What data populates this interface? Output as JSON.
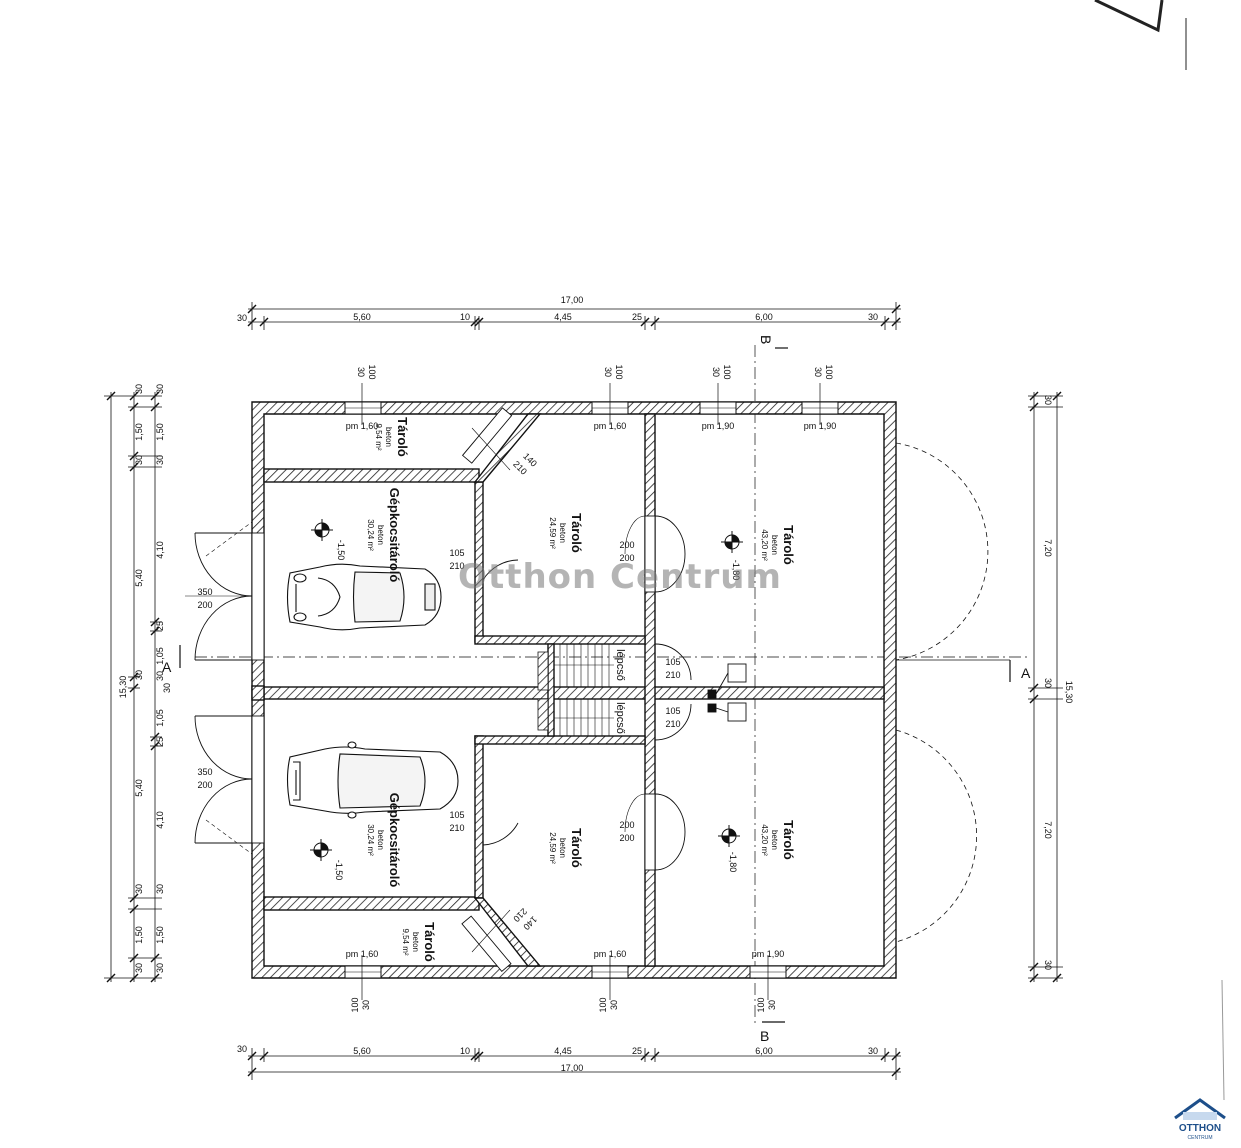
{
  "top_dims": {
    "overall": "17,00",
    "segments": [
      "30",
      "5,60",
      "10",
      "4,45",
      "25",
      "6,00",
      "30"
    ]
  },
  "bottom_dims": {
    "overall": "17,00",
    "segments": [
      "30",
      "5,60",
      "10",
      "4,45",
      "25",
      "6,00",
      "30"
    ]
  },
  "left_dims": {
    "overall": "15,30",
    "col1": [
      "30",
      "1,50",
      "30",
      "5,40",
      "30",
      "30",
      "5,40",
      "30",
      "1,50",
      "30"
    ],
    "col2": [
      "30",
      "1,50",
      "30",
      "4,10",
      "25",
      "1,05",
      "30",
      "1,05",
      "25",
      "4,10",
      "30",
      "1,50",
      "30"
    ]
  },
  "right_dims": {
    "overall": "15,30",
    "segments": [
      "30",
      "7,20",
      "30",
      "7,20",
      "30"
    ]
  },
  "window_tags": {
    "sill": "30",
    "height": "100",
    "pm_160": "pm 1,60",
    "pm_190": "pm 1,90"
  },
  "section_marks": {
    "a": "A",
    "b": "B"
  },
  "rooms": {
    "storage_small": {
      "title": "Tároló",
      "floor": "beton",
      "area": "9,54 m²"
    },
    "garage": {
      "title": "Gépkocsitároló",
      "floor": "beton",
      "area": "30,24 m²",
      "level": "-1,50"
    },
    "storage_mid": {
      "title": "Tároló",
      "floor": "beton",
      "area": "24,59 m²"
    },
    "storage_large": {
      "title": "Tároló",
      "floor": "beton",
      "area": "43,20 m²",
      "level": "-1,80"
    },
    "stairs": {
      "title": "lépcső"
    }
  },
  "doors": {
    "garage_w": "350",
    "garage_h": "200",
    "door105_w": "105",
    "door105_h": "210",
    "door200_w": "200",
    "door200_h": "200",
    "door_diag_w": "140",
    "door_diag_h": "210"
  },
  "watermark": "Otthon Centrum",
  "logo": {
    "name": "OTTHON",
    "sub": "CENTRUM"
  },
  "colors": {
    "line": "#111111",
    "watermark": "#777777",
    "logo": "#1d4f8a"
  }
}
